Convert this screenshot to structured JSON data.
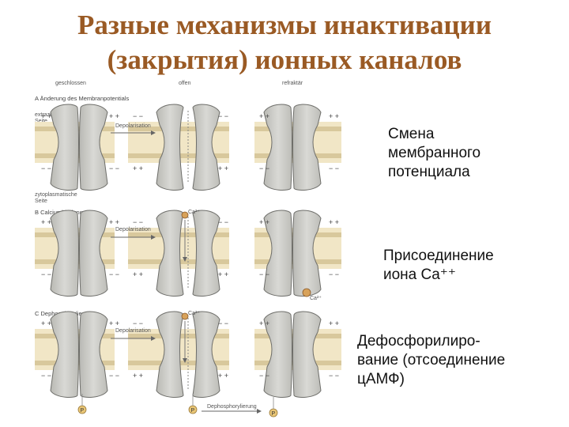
{
  "title": {
    "line1": "Разные механизмы инактивации",
    "line2": "(закрытия) ионных каналов"
  },
  "figure": {
    "column_headers": [
      "geschlossen",
      "offen",
      "refraktär"
    ],
    "extracellular_label": "extrazelluläre Seite",
    "cytoplasmic_label": "zytoplasmatische Seite",
    "rows": [
      {
        "label": "A  Änderung des Membranpotentials",
        "arrow_label": "Depolarisation"
      },
      {
        "label": "B  Calciumbindung",
        "arrow_label": "Depolarisation",
        "ion_label": "Ca²⁺"
      },
      {
        "label": "C  Dephosphorylierung",
        "arrow_label": "Depolarisation",
        "arrow_label_2": "Dephosphorylierung",
        "ion_label": "Ca²⁺",
        "phosphate_label": "P"
      }
    ]
  },
  "captions": {
    "a": [
      "Смена",
      "мембранного",
      "потенциала"
    ],
    "b": [
      "Присоединение",
      "иона Ca⁺⁺"
    ],
    "c": [
      "Дефосфорилиро-",
      "вание (отсоединение",
      "цАМФ)"
    ]
  },
  "colors": {
    "title": "#9a5a24",
    "channel": "#c8c8c4",
    "channel_stroke": "#6e6e6a",
    "membrane_band": "#f1e6c6",
    "lipid_stripe": "#d8c89c"
  }
}
